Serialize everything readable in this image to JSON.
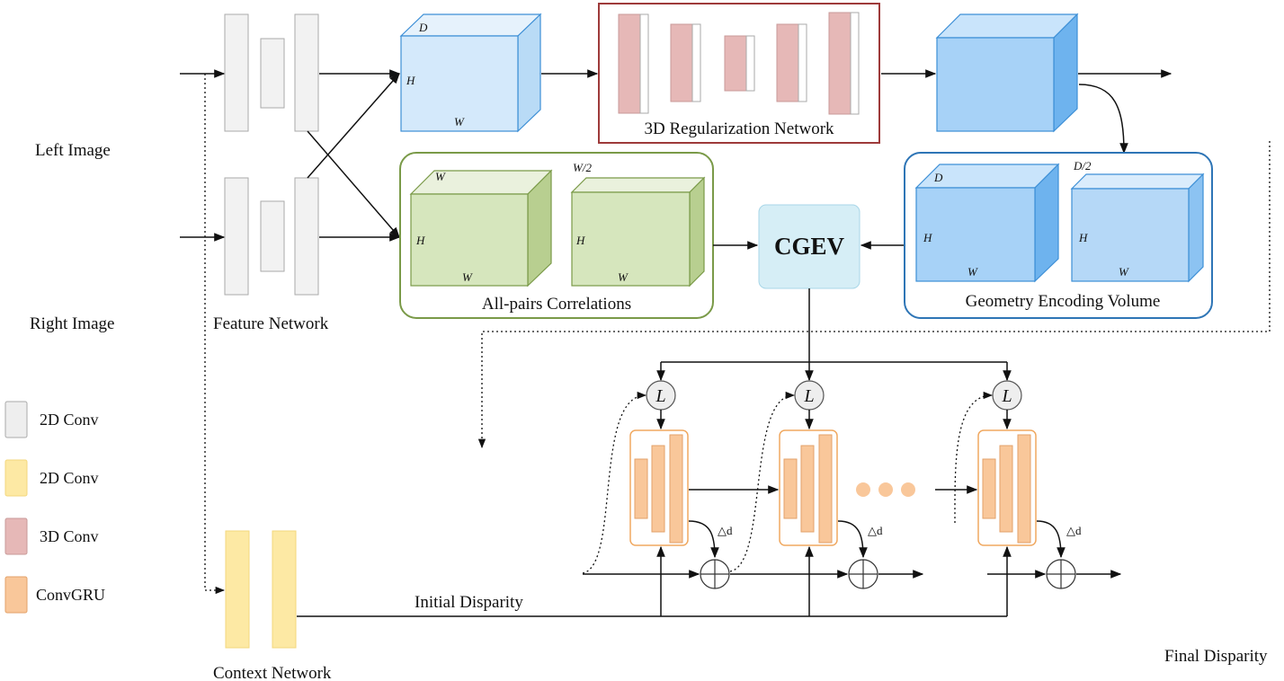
{
  "labels": {
    "left_image": "Left Image",
    "right_image": "Right Image",
    "feature_network": "Feature Network",
    "context_network": "Context Network",
    "regularization": "3D Regularization Network",
    "correlations": "All-pairs Correlations",
    "geometry": "Geometry Encoding Volume",
    "cgev": "CGEV",
    "initial_disparity": "Initial Disparity",
    "final_disparity": "Final Disparity",
    "delta_d": "△d",
    "lookup": "L"
  },
  "dims": {
    "d": "D",
    "h": "H",
    "w": "W",
    "w_half": "W/2",
    "d_half": "D/2"
  },
  "legend": [
    {
      "label": "2D Conv",
      "color": "#eeeeee",
      "border": "#aaaaaa"
    },
    {
      "label": "2D Conv",
      "color": "#fde9a4",
      "border": "#f3d77c"
    },
    {
      "label": "3D Conv",
      "color": "#e6b8b7",
      "border": "#c89a99"
    },
    {
      "label": "ConvGRU",
      "color": "#f9c79a",
      "border": "#e3a26a"
    }
  ],
  "colors": {
    "regularization_border": "#9e3a3a",
    "correlation_border": "#7a9a48",
    "geometry_border": "#2e75b6",
    "cgev_fill": "#d6eef6",
    "gru_border": "#f0a860",
    "gru_bar": "#f9c79a",
    "dots": "#f9c79a"
  }
}
